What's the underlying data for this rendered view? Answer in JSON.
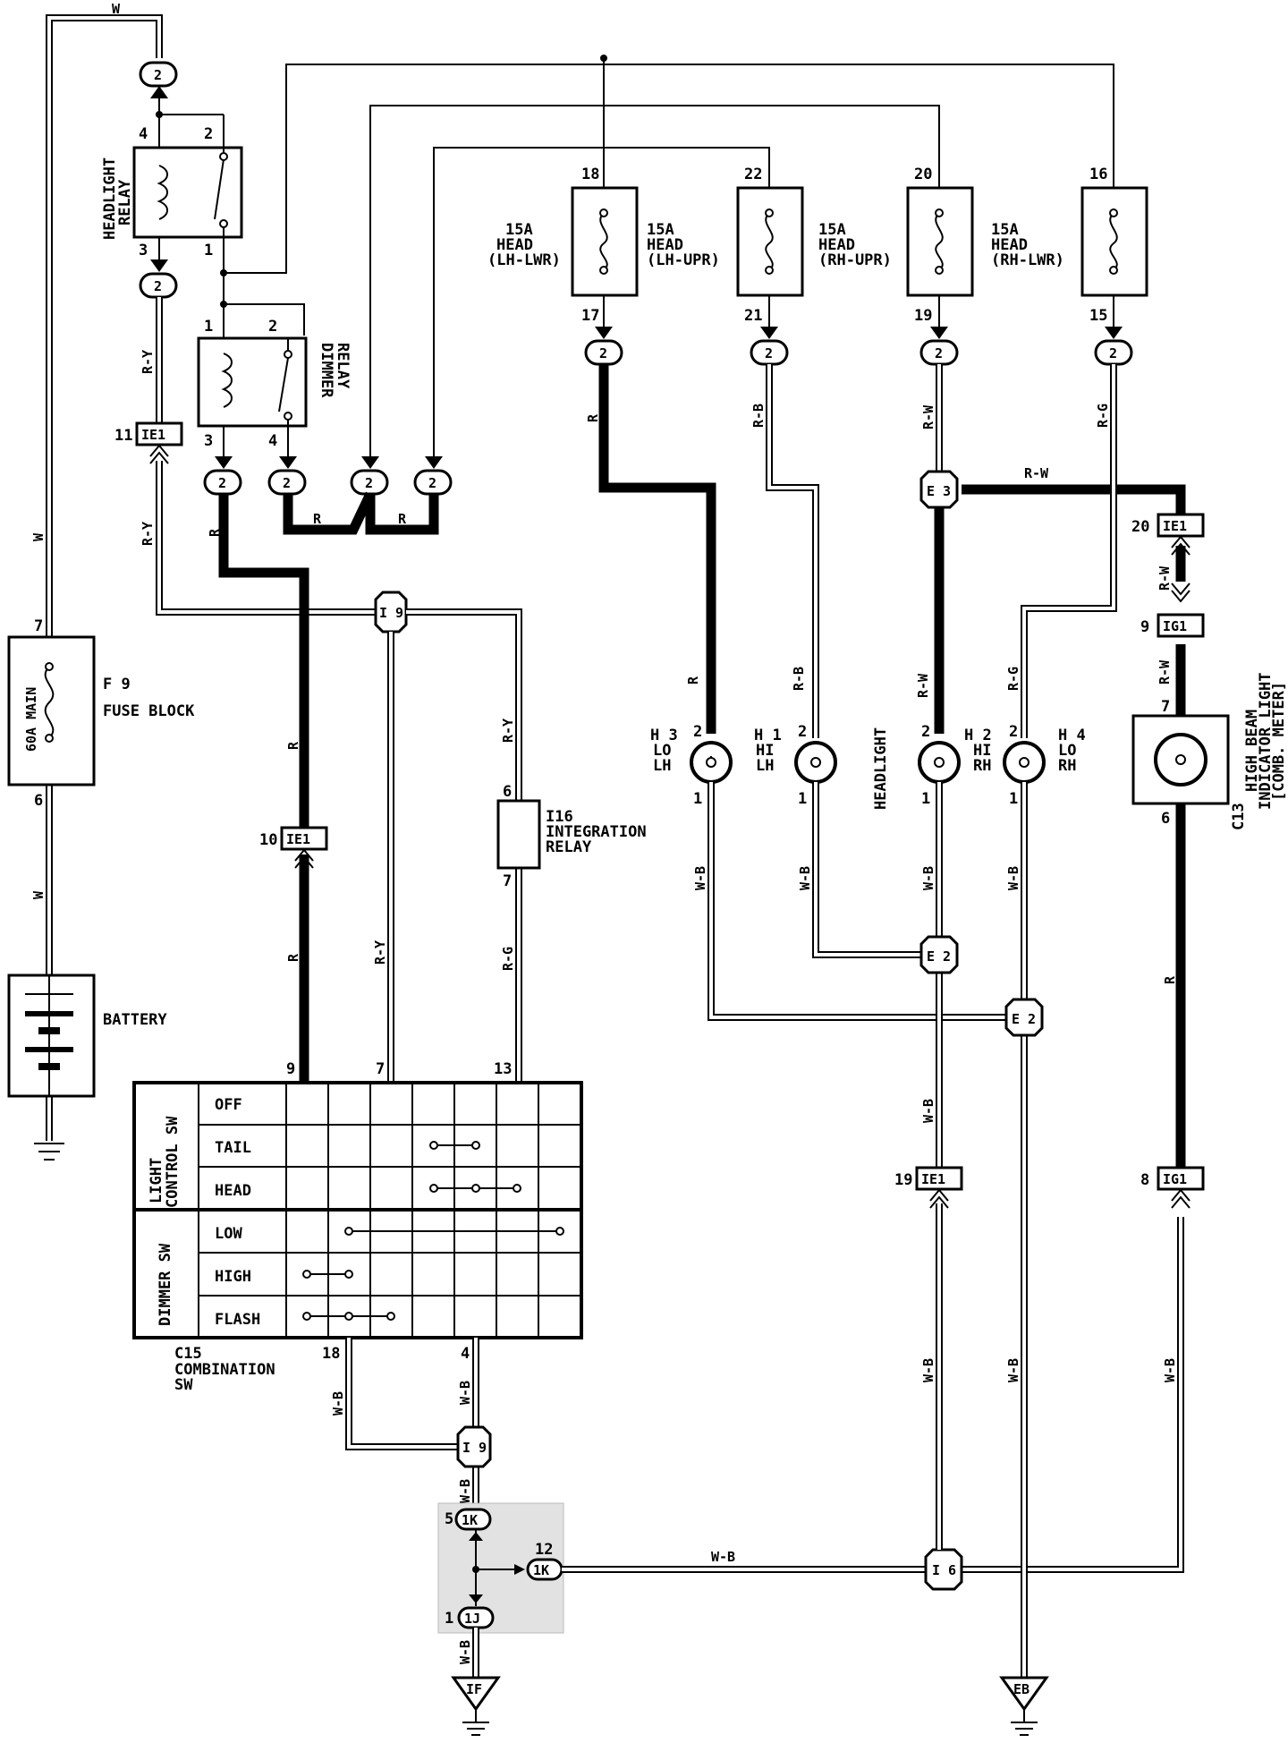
{
  "fuse_block": {
    "ref": "F 9",
    "name": "FUSE BLOCK",
    "fuse": "60A MAIN",
    "pin_in": "7",
    "pin_out": "6"
  },
  "battery": {
    "label": "BATTERY"
  },
  "headlight_relay": {
    "label1": "HEADLIGHT",
    "label2": "RELAY",
    "pins": [
      "4",
      "2",
      "3",
      "1"
    ]
  },
  "dimmer_relay": {
    "label1": "DIMMER",
    "label2": "RELAY",
    "pins": [
      "1",
      "2",
      "3",
      "4"
    ]
  },
  "connector_2": "2",
  "fuses": [
    {
      "amp": "15A",
      "name": "HEAD",
      "loc": "(LH-LWR)",
      "pin_top": "18",
      "pin_bot": "17"
    },
    {
      "amp": "15A",
      "name": "HEAD",
      "loc": "(LH-UPR)",
      "pin_top": "22",
      "pin_bot": "21"
    },
    {
      "amp": "15A",
      "name": "HEAD",
      "loc": "(RH-UPR)",
      "pin_top": "20",
      "pin_bot": "19"
    },
    {
      "amp": "15A",
      "name": "HEAD",
      "loc": "(RH-LWR)",
      "pin_top": "16",
      "pin_bot": "15"
    }
  ],
  "headlights": {
    "title": "HEADLIGHT",
    "lamps": [
      {
        "ref": "H 3",
        "l1": "LO",
        "l2": "LH",
        "pin_top": "2",
        "pin_bot": "1"
      },
      {
        "ref": "H 1",
        "l1": "HI",
        "l2": "LH",
        "pin_top": "2",
        "pin_bot": "1"
      },
      {
        "ref": "H 2",
        "l1": "HI",
        "l2": "RH",
        "pin_top": "2",
        "pin_bot": "1"
      },
      {
        "ref": "H 4",
        "l1": "LO",
        "l2": "RH",
        "pin_top": "2",
        "pin_bot": "1"
      }
    ]
  },
  "indicator": {
    "ref": "C13",
    "l1": "HIGH BEAM",
    "l2": "INDICATOR LIGHT",
    "l3": "[COMB. METER]",
    "pin_top": "7",
    "pin_bot": "6"
  },
  "integration_relay": {
    "ref": "I16",
    "l1": "INTEGRATION",
    "l2": "RELAY",
    "pin_top": "6",
    "pin_bot": "7"
  },
  "combination_sw": {
    "ref": "C15",
    "l1": "COMBINATION",
    "l2": "SW",
    "group1": "LIGHT CONTROL SW",
    "group1_a": "LIGHT",
    "group1_b": "CONTROL SW",
    "group2": "DIMMER SW",
    "rows": [
      "OFF",
      "TAIL",
      "HEAD",
      "LOW",
      "HIGH",
      "FLASH"
    ],
    "pins_top": [
      "9",
      "7",
      "13"
    ],
    "pins_bot": [
      "18",
      "4"
    ]
  },
  "connectors": {
    "ie1": "IE1",
    "ig1": "IG1",
    "i9": "I 9",
    "e3": "E 3",
    "e2": "E 2",
    "i6": "I 6",
    "k1": "1K",
    "j1": "1J",
    "if": "IF",
    "eb": "EB"
  },
  "pins": {
    "p11": "11",
    "p10": "10",
    "p20": "20",
    "p9": "9",
    "p19": "19",
    "p8": "8",
    "p5": "5",
    "p12": "12",
    "p1": "1"
  },
  "wire_colors": {
    "w": "W",
    "ry": "R-Y",
    "r": "R",
    "rb": "R-B",
    "rw": "R-W",
    "rg": "R-G",
    "wb": "W-B"
  }
}
